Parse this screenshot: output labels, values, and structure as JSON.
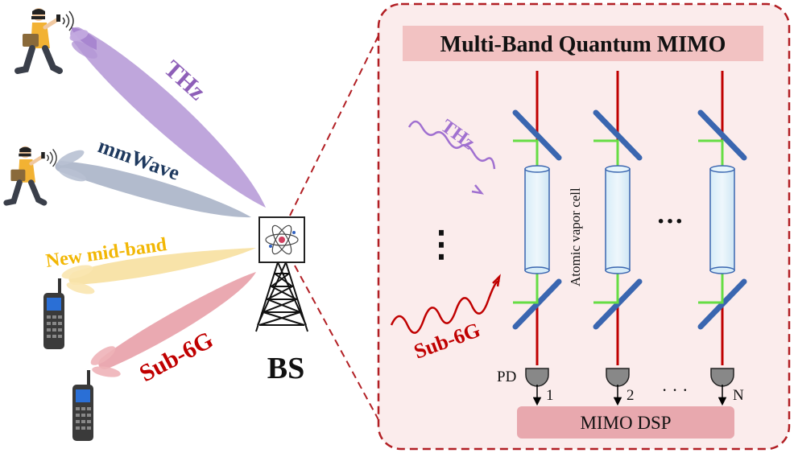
{
  "left_panel": {
    "beams": [
      {
        "label": "THz",
        "color": "#8e5fb8",
        "beam_color": "#b497d6"
      },
      {
        "label": "mmWave",
        "color": "#1f3a5f",
        "beam_color": "#aab4c8"
      },
      {
        "label": "New mid-band",
        "color": "#f2b705",
        "beam_color": "#f7e0a0"
      },
      {
        "label": "Sub-6G",
        "color": "#c00000",
        "beam_color": "#e8a0a8"
      }
    ],
    "base_station_label": "BS"
  },
  "right_panel": {
    "title": "Multi-Band Quantum MIMO",
    "incoming_signals": [
      {
        "label": "THz",
        "color": "#a070d0"
      },
      {
        "label": "Sub-6G",
        "color": "#c00000"
      }
    ],
    "signal_ellipsis": "⋮",
    "vapor_cell_label": "Atomic vapor cell",
    "chain_ellipsis": "···",
    "photodetector_label": "PD",
    "channel_labels": [
      "1",
      "2",
      "N"
    ],
    "output_ellipsis": "· · ·",
    "dsp_label": "MIMO DSP",
    "colors": {
      "laser": "#c00000",
      "coupling_beam": "#66dd44",
      "mirror": "#3a66b0",
      "panel_bg": "#fbecec",
      "panel_border": "#b21f24",
      "title_bg": "#f2c2c2",
      "dsp_bg": "#e8a8ae"
    }
  }
}
